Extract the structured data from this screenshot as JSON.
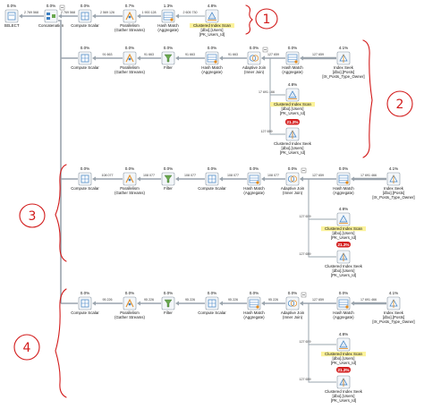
{
  "colors": {
    "arrow": "#9aa4ad",
    "highlight": "#fbf29a",
    "badge": "#d42121",
    "annotation": "#d21a1a"
  },
  "annotations": [
    "1",
    "2",
    "3",
    "4"
  ],
  "rows": [
    {
      "id": "r1",
      "nodes": [
        {
          "id": "select",
          "lines": [
            "SELECT"
          ],
          "pct": "0.0%",
          "icon": "select-icon"
        },
        {
          "id": "concat",
          "lines": [
            "Concatenation"
          ],
          "pct": "0.0%",
          "icon": "concatenation-icon",
          "collapse": true
        },
        {
          "id": "cs",
          "lines": [
            "Compute Scalar"
          ],
          "pct": "0.0%",
          "icon": "compute-scalar-icon"
        },
        {
          "id": "par",
          "lines": [
            "Parallelism",
            "(Gather Streams)"
          ],
          "pct": "0.7%",
          "icon": "parallelism-icon"
        },
        {
          "id": "hm",
          "lines": [
            "Hash Match",
            "(Aggregate)"
          ],
          "pct": "1.3%",
          "icon": "hash-match-icon"
        },
        {
          "id": "cis",
          "lines": [
            "Clustered Index Scan",
            "[dbo].[Users]",
            "[PK_Users_Id]"
          ],
          "pct": "4.8%",
          "icon": "clustered-index-scan-icon",
          "highlight": true
        }
      ],
      "counts": [
        "2 769 568",
        "2 769 568",
        "2 569 126",
        "1 900 128",
        "2 605 730"
      ]
    },
    {
      "id": "r2",
      "nodes": [
        {
          "id": "cs",
          "lines": [
            "Compute Scalar"
          ],
          "pct": "0.0%",
          "icon": "compute-scalar-icon"
        },
        {
          "id": "par",
          "lines": [
            "Parallelism",
            "(Gather Streams)"
          ],
          "pct": "0.0%",
          "icon": "parallelism-icon"
        },
        {
          "id": "flt",
          "lines": [
            "Filter"
          ],
          "pct": "0.0%",
          "icon": "filter-icon"
        },
        {
          "id": "hm",
          "lines": [
            "Hash Match",
            "(Aggregate)"
          ],
          "pct": "0.0%",
          "icon": "hash-match-icon"
        },
        {
          "id": "aj",
          "lines": [
            "Adaptive Join",
            "(Inner Join)"
          ],
          "pct": "0.0%",
          "icon": "adaptive-join-icon",
          "collapse": true
        },
        {
          "id": "hm2",
          "lines": [
            "Hash Match",
            "(Aggregate)"
          ],
          "pct": "0.0%",
          "icon": "hash-match-icon"
        },
        {
          "id": "is",
          "lines": [
            "Index Seek",
            "[dbo].[Posts]",
            "[IX_Posts_Type_Owner]"
          ],
          "pct": "4.1%",
          "icon": "index-seek-icon"
        },
        {
          "id": "cis",
          "lines": [
            "Clustered Index Scan",
            "[dbo].[Users]",
            "[PK_Users_Id]"
          ],
          "pct": "4.8%",
          "icon": "clustered-index-scan-icon",
          "highlight": true
        },
        {
          "id": "cisk",
          "lines": [
            "Clustered Index Seek",
            "[dbo].[Users]",
            "[PK_Users_Id]"
          ],
          "pct": "21.3%",
          "icon": "clustered-index-seek-icon",
          "badge": true
        }
      ],
      "counts": [
        "91 663",
        "91 663",
        "91 663",
        "91 663",
        "127 659",
        "127 659",
        "17 691 466",
        "127 659",
        "127 659"
      ]
    },
    {
      "id": "r3",
      "nodes": [
        {
          "id": "cs",
          "lines": [
            "Compute Scalar"
          ],
          "pct": "0.0%",
          "icon": "compute-scalar-icon"
        },
        {
          "id": "par",
          "lines": [
            "Parallelism",
            "(Gather Streams)"
          ],
          "pct": "0.0%",
          "icon": "parallelism-icon"
        },
        {
          "id": "flt",
          "lines": [
            "Filter"
          ],
          "pct": "0.0%",
          "icon": "filter-icon"
        },
        {
          "id": "cs2",
          "lines": [
            "Compute Scalar"
          ],
          "pct": "0.0%",
          "icon": "compute-scalar-icon"
        },
        {
          "id": "hm",
          "lines": [
            "Hash Match",
            "(Aggregate)"
          ],
          "pct": "0.0%",
          "icon": "hash-match-icon"
        },
        {
          "id": "aj",
          "lines": [
            "Adaptive Join",
            "(Inner Join)"
          ],
          "pct": "0.0%",
          "icon": "adaptive-join-icon",
          "collapse": true
        },
        {
          "id": "hm2",
          "lines": [
            "Hash Match",
            "(Aggregate)"
          ],
          "pct": "0.0%",
          "icon": "hash-match-icon"
        },
        {
          "id": "is",
          "lines": [
            "Index Seek",
            "[dbo].[Posts]",
            "[IX_Posts_Type_Owner]"
          ],
          "pct": "4.1%",
          "icon": "index-seek-icon"
        },
        {
          "id": "cis",
          "lines": [
            "Clustered Index Scan",
            "[dbo].[Users]",
            "[PK_Users_Id]"
          ],
          "pct": "4.8%",
          "icon": "clustered-index-scan-icon",
          "highlight": true
        },
        {
          "id": "cisk",
          "lines": [
            "Clustered Index Seek",
            "[dbo].[Users]",
            "[PK_Users_Id]"
          ],
          "pct": "21.3%",
          "icon": "clustered-index-seek-icon",
          "badge": true
        }
      ],
      "counts": [
        "108 077",
        "108 077",
        "108 077",
        "108 077",
        "108 077",
        "127 659",
        "17 691 466",
        "127 659",
        "127 659"
      ]
    },
    {
      "id": "r4",
      "nodes": [
        {
          "id": "cs",
          "lines": [
            "Compute Scalar"
          ],
          "pct": "0.0%",
          "icon": "compute-scalar-icon"
        },
        {
          "id": "par",
          "lines": [
            "Parallelism",
            "(Gather Streams)"
          ],
          "pct": "0.0%",
          "icon": "parallelism-icon"
        },
        {
          "id": "flt",
          "lines": [
            "Filter"
          ],
          "pct": "0.0%",
          "icon": "filter-icon"
        },
        {
          "id": "cs2",
          "lines": [
            "Compute Scalar"
          ],
          "pct": "0.0%",
          "icon": "compute-scalar-icon"
        },
        {
          "id": "hm",
          "lines": [
            "Hash Match",
            "(Aggregate)"
          ],
          "pct": "0.0%",
          "icon": "hash-match-icon"
        },
        {
          "id": "aj",
          "lines": [
            "Adaptive Join",
            "(Inner Join)"
          ],
          "pct": "0.0%",
          "icon": "adaptive-join-icon",
          "collapse": true
        },
        {
          "id": "hm2",
          "lines": [
            "Hash Match",
            "(Aggregate)"
          ],
          "pct": "0.0%",
          "icon": "hash-match-icon"
        },
        {
          "id": "is",
          "lines": [
            "Index Seek",
            "[dbo].[Posts]",
            "[IX_Posts_Type_Owner]"
          ],
          "pct": "4.1%",
          "icon": "index-seek-icon"
        },
        {
          "id": "cis",
          "lines": [
            "Clustered Index Scan",
            "[dbo].[Users]",
            "[PK_Users_Id]"
          ],
          "pct": "4.8%",
          "icon": "clustered-index-scan-icon",
          "highlight": true
        },
        {
          "id": "cisk",
          "lines": [
            "Clustered Index Seek",
            "[dbo].[Users]",
            "[PK_Users_Id]"
          ],
          "pct": "21.3%",
          "icon": "clustered-index-seek-icon",
          "badge": true
        }
      ],
      "counts": [
        "95 226",
        "95 226",
        "95 226",
        "95 226",
        "95 226",
        "127 659",
        "17 691 466",
        "127 659",
        "127 659"
      ]
    }
  ]
}
